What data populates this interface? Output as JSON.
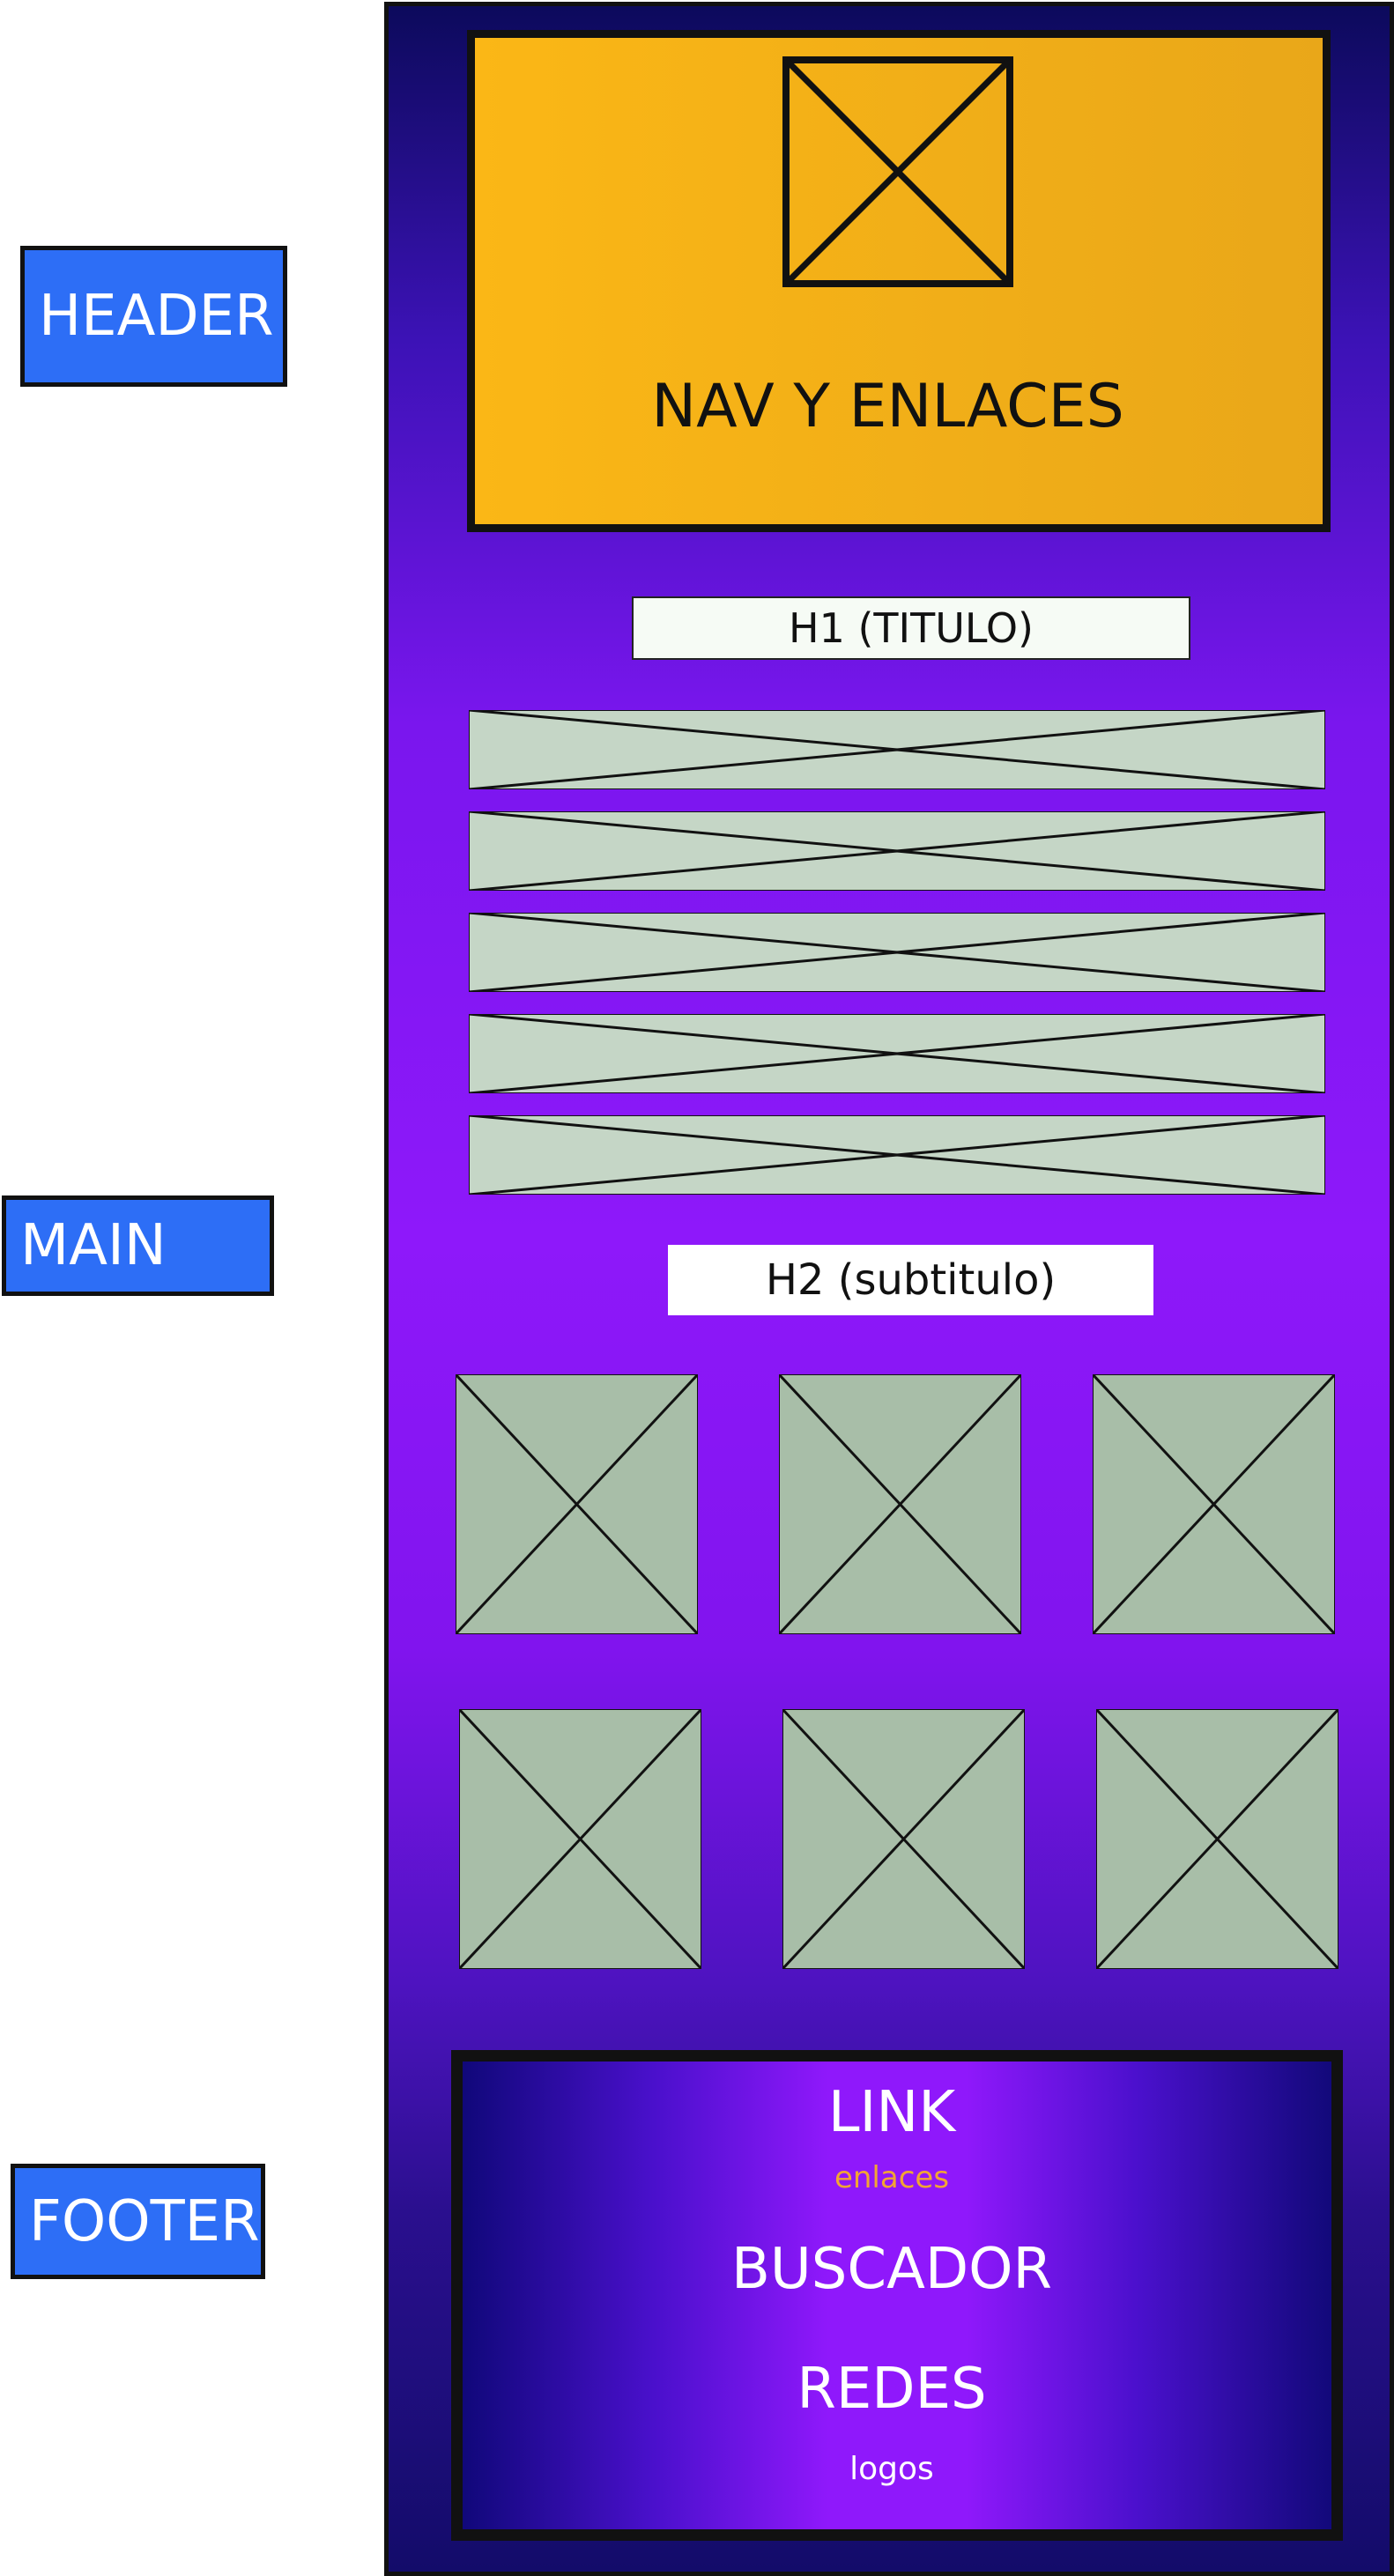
{
  "labels": {
    "header": "HEADER",
    "main": "MAIN",
    "footer": "FOOTER"
  },
  "header": {
    "nav_text": "NAV Y ENLACES"
  },
  "main": {
    "h1": "H1 (TITULO)",
    "h2": "H2 (subtitulo)",
    "banner_count": 5,
    "gallery_rows": 2,
    "gallery_cols": 3
  },
  "footer": {
    "link": "LINK",
    "enlaces": "enlaces",
    "buscador": "BUSCADOR",
    "redes": "REDES",
    "logos": "logos"
  },
  "colors": {
    "label_blue": "#2d6ef6",
    "header_orange": "#fbb716",
    "panel_purple": "#8e18fa",
    "panel_navy": "#0c0a5c",
    "banner_fill": "#c5d6c6",
    "tile_fill": "#a8bea8",
    "enlaces_text": "#f2a534"
  }
}
